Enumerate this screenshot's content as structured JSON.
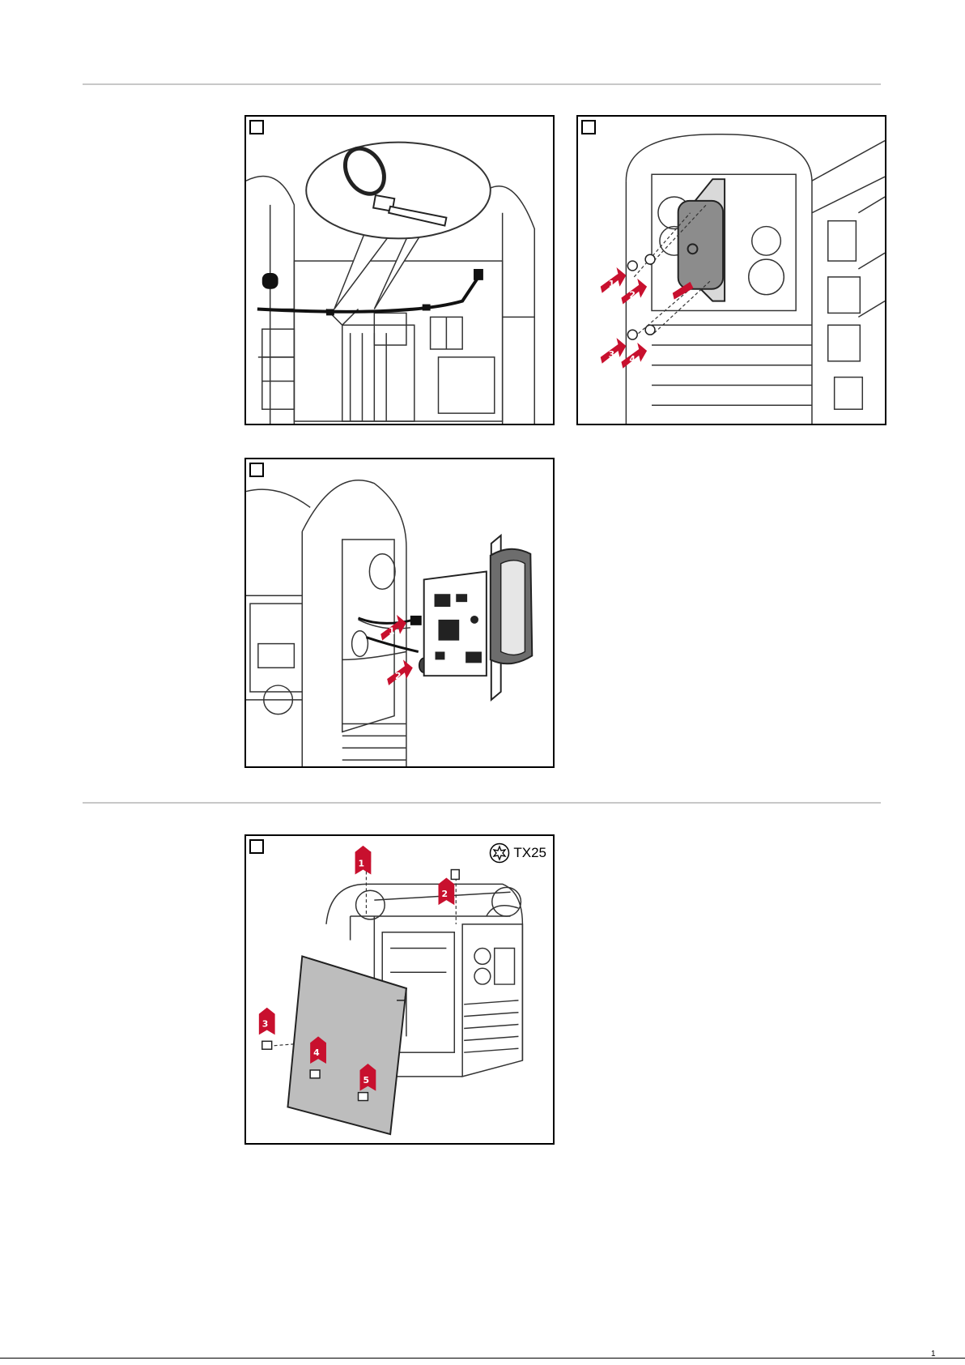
{
  "document": {
    "figures": [
      {
        "id": "fig-cable-tie",
        "step_label": ""
      },
      {
        "id": "fig-remove-panel-screws",
        "step_label": "",
        "arrows": [
          "1",
          "2",
          "3",
          "4"
        ]
      },
      {
        "id": "fig-disconnect-board",
        "step_label": "",
        "arrows": [
          "1",
          "2"
        ]
      },
      {
        "id": "fig-remove-side-panel",
        "step_label": "",
        "arrows": [
          "1",
          "2",
          "3",
          "4",
          "5"
        ],
        "tool_label": "TX25"
      }
    ],
    "page_mark": "1"
  },
  "colors": {
    "arrow": "#c8102e",
    "line": "#333333",
    "panel": "#bdbdbd"
  }
}
